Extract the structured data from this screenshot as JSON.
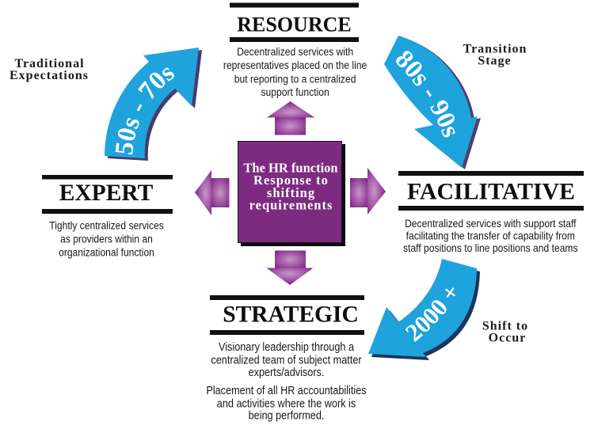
{
  "diagram": {
    "center": {
      "lines": [
        "The HR function",
        "Response to",
        "shifting",
        "requirements"
      ]
    },
    "roles": {
      "resource": {
        "title": "RESOURCE",
        "description": [
          "Decentralized services with",
          "representatives placed on the line",
          "but reporting to a centralized",
          "support function"
        ]
      },
      "expert": {
        "title": "EXPERT",
        "description": [
          "Tightly centralized services",
          "as providers within an",
          "organizational function"
        ]
      },
      "facilitative": {
        "title": "FACILITATIVE",
        "description": [
          "Decentralized services with support staff",
          "facilitating the transfer of capability from",
          "staff positions to line positions and teams"
        ]
      },
      "strategic": {
        "title": "STRATEGIC",
        "paragraphs": [
          [
            "Visionary leadership through a",
            "centralized team of subject matter",
            "experts/advisors."
          ],
          [
            "Placement of all HR accountabilities",
            "and activities where the work is",
            "being performed."
          ]
        ]
      }
    },
    "eras": [
      {
        "period": "50s - 70s",
        "stage": [
          "Traditional",
          "Expectations"
        ]
      },
      {
        "period": "80s - 90s",
        "stage": [
          "Transition",
          "Stage"
        ]
      },
      {
        "period": "2000 +",
        "stage": [
          "Shift to",
          "Occur"
        ]
      }
    ]
  },
  "colors": {
    "era_arrow_fill": "#1fa3dc",
    "era_arrow_shadow_1": "#463c6b",
    "era_arrow_shadow_2": "#4a416f",
    "era_arrow_shadow_3": "#1c365e",
    "center_box_fill": "#7c2b80",
    "center_box_shadow": "#0d0d0d",
    "center_text": "#ffffff",
    "connector_light": "#c996c9",
    "connector_mid": "#a45aa8",
    "connector_dark": "#7f2e87",
    "title_rule": "#101010",
    "title_text": "#0f0f0f",
    "body_text": "#171717",
    "stage_text": "#1b1b1b"
  }
}
